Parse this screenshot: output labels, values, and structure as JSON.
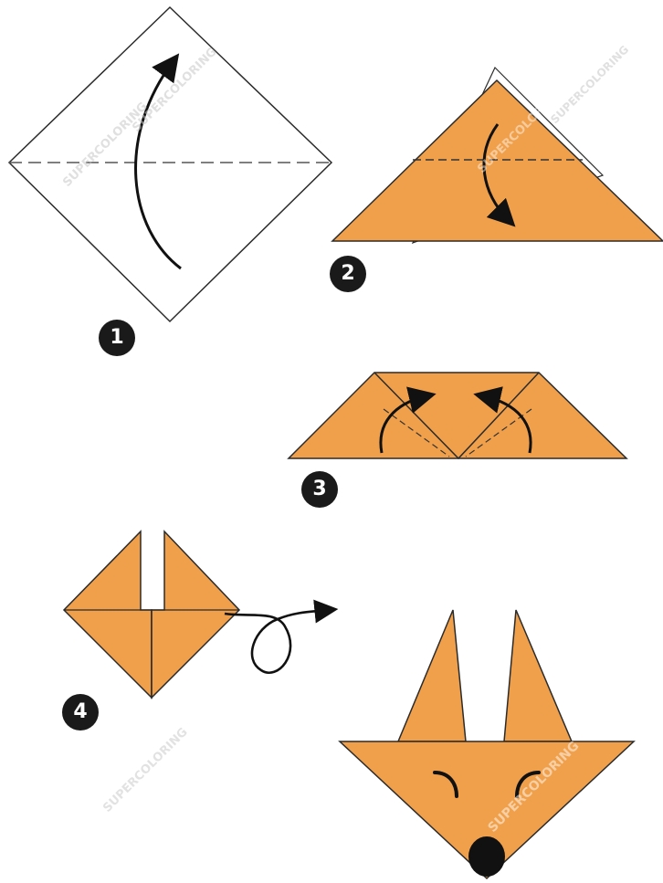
{
  "steps": [
    {
      "number": "1",
      "description": "Fold square diagonally in half, bottom corner up"
    },
    {
      "number": "2",
      "description": "Fold top corner down to the fold line"
    },
    {
      "number": "3",
      "description": "Fold bottom corners up to form ears"
    },
    {
      "number": "4",
      "description": "Turn the model over"
    }
  ],
  "watermark": "SUPERCOLORING",
  "colors": {
    "paper": "#f0a04b",
    "outline": "#2b2b2b",
    "arrow": "#111111",
    "badge": "#1a1a1a"
  }
}
